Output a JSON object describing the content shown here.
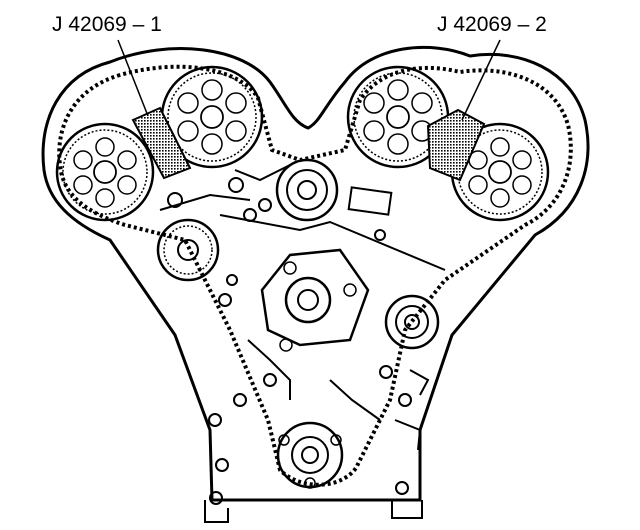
{
  "callouts": [
    {
      "id": "tool-1",
      "label": "J 42069 – 1"
    },
    {
      "id": "tool-2",
      "label": "J 42069 – 2"
    }
  ],
  "colors": {
    "line": "#000000",
    "background": "#ffffff",
    "tool_fill": "#8a8a8a"
  }
}
